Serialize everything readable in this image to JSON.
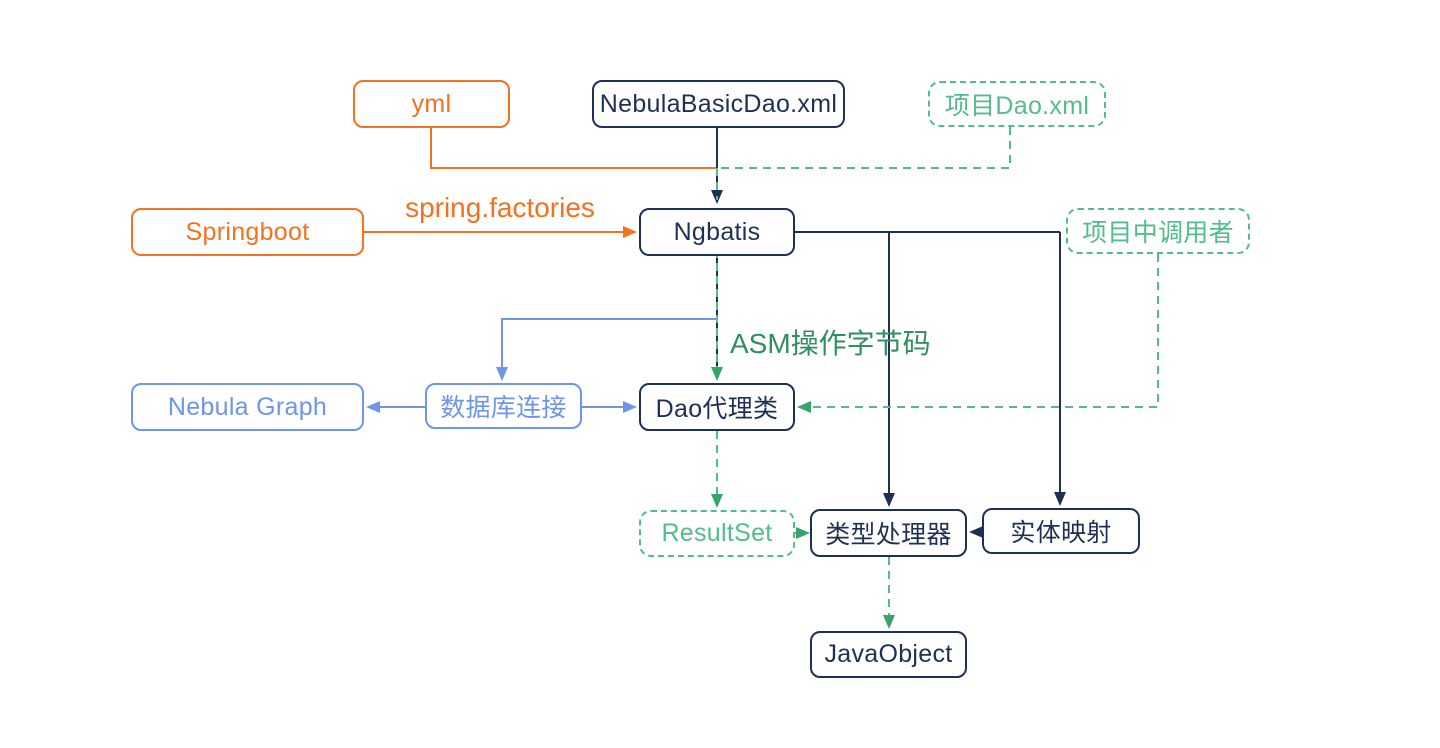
{
  "diagram": {
    "type": "flowchart",
    "background": "#ffffff",
    "colors": {
      "orange": "#F4711D",
      "navy": "#1E3054",
      "blue": "#6E95E8",
      "green": "#52BD88",
      "green_dark": "#2F8F60",
      "green_arrow": "#35A56D"
    },
    "nodes": {
      "yml": {
        "label": "yml",
        "style": "orange-solid"
      },
      "nebula_basic_dao_xml": {
        "label": "NebulaBasicDao.xml",
        "style": "navy-solid"
      },
      "project_dao_xml": {
        "label": "项目Dao.xml",
        "style": "green-dashed"
      },
      "springboot": {
        "label": "Springboot",
        "style": "orange-solid"
      },
      "ngbatis": {
        "label": "Ngbatis",
        "style": "navy-solid"
      },
      "project_caller": {
        "label": "项目中调用者",
        "style": "green-dashed"
      },
      "nebula_graph": {
        "label": "Nebula Graph",
        "style": "blue-solid"
      },
      "db_connection": {
        "label": "数据库连接",
        "style": "blue-solid"
      },
      "dao_proxy": {
        "label": "Dao代理类",
        "style": "navy-solid"
      },
      "result_set": {
        "label": "ResultSet",
        "style": "green-dashed"
      },
      "type_handler": {
        "label": "类型处理器",
        "style": "navy-solid"
      },
      "entity_mapping": {
        "label": "实体映射",
        "style": "navy-solid"
      },
      "java_object": {
        "label": "JavaObject",
        "style": "navy-solid"
      }
    },
    "edge_labels": {
      "spring_factories": "spring.factories",
      "asm_bytecode": "ASM操作字节码"
    }
  }
}
